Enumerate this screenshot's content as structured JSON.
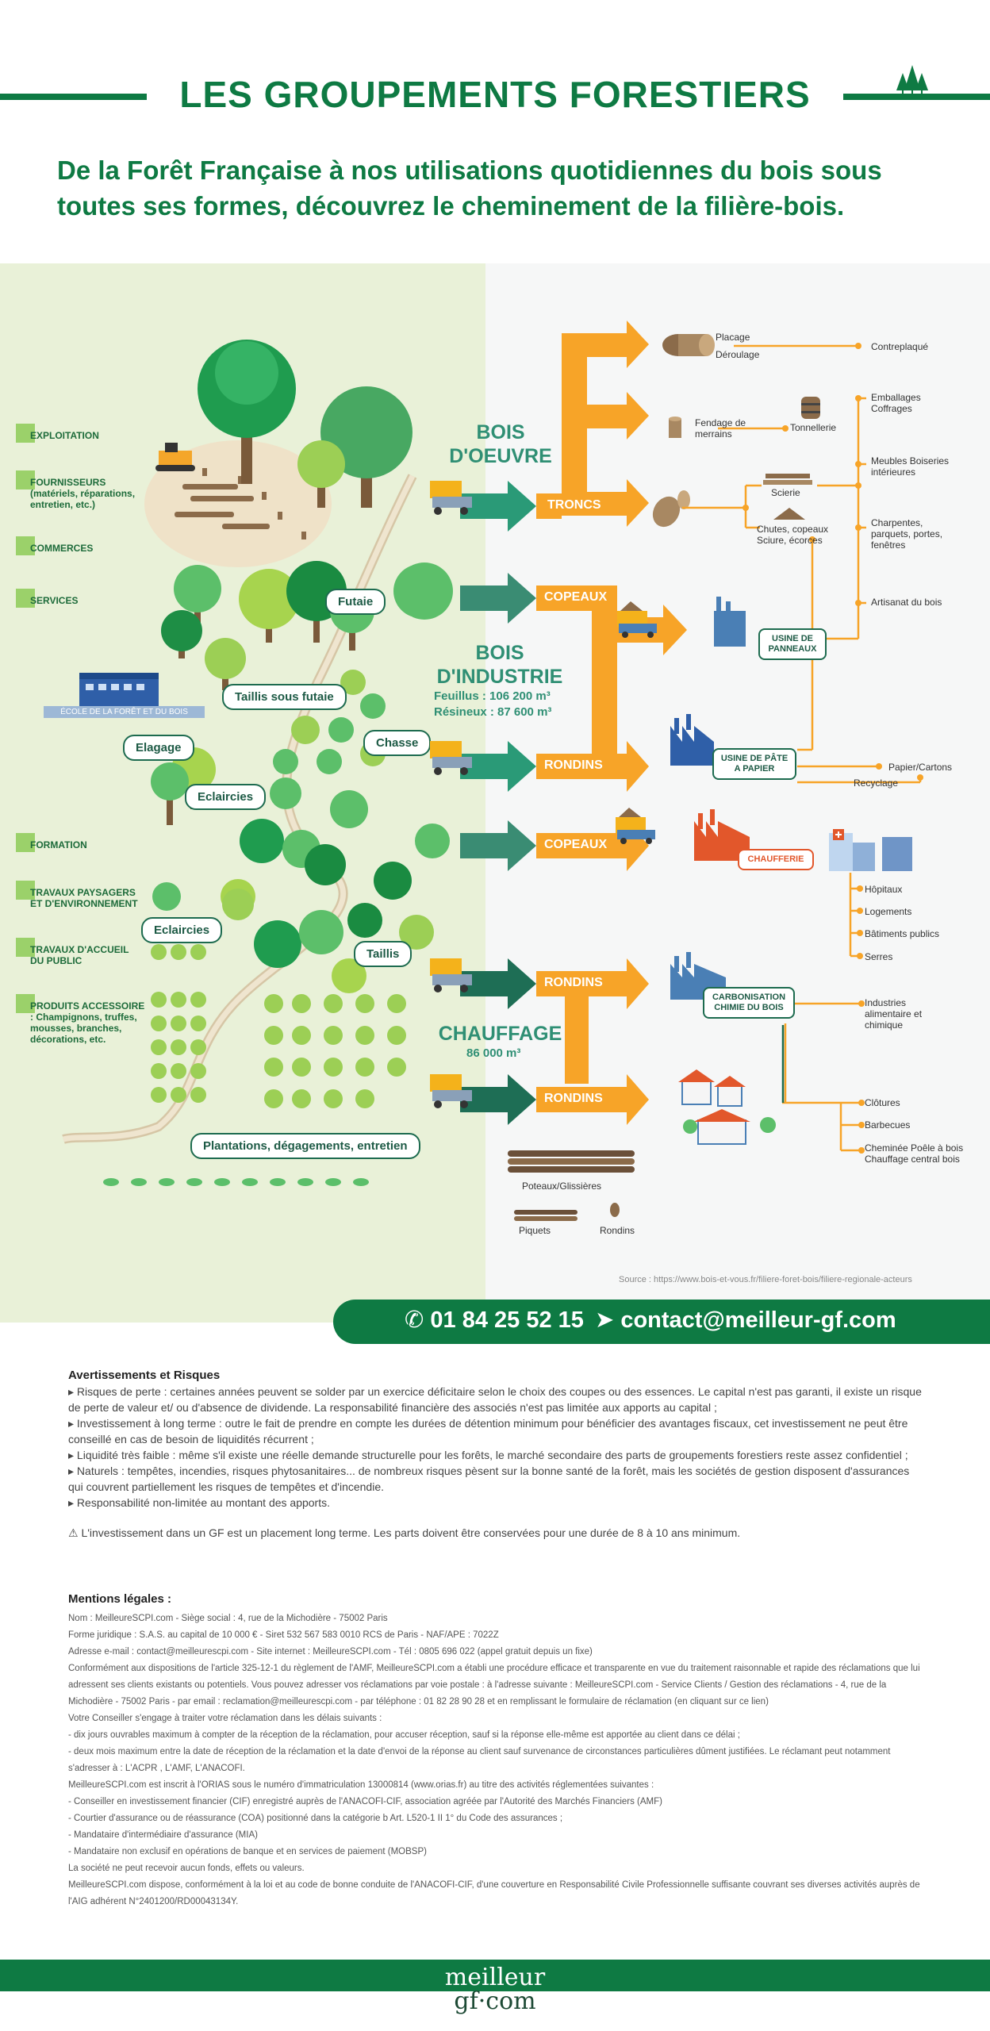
{
  "header": {
    "title": "LES GROUPEMENTS FORESTIERS",
    "subtitle": "De la Forêt Française à nos utilisations quotidiennes du bois sous toutes ses formes, découvrez le cheminement de la filière-bois."
  },
  "sidebar": {
    "items": [
      {
        "label": "EXPLOITATION"
      },
      {
        "label": "FOURNISSEURS (matériels, réparations, entretien, etc.)"
      },
      {
        "label": "COMMERCES"
      },
      {
        "label": "SERVICES"
      },
      {
        "label": "FORMATION"
      },
      {
        "label": "TRAVAUX PAYSAGERS ET D'ENVIRONNEMENT"
      },
      {
        "label": "TRAVAUX D'ACCUEIL DU PUBLIC"
      },
      {
        "label": "PRODUITS ACCESSOIRE : Champignons, truffes, mousses, branches, décorations, etc."
      }
    ]
  },
  "forest": {
    "school": "ÉCOLE DE LA FORÊT ET DU BOIS",
    "bubbles": {
      "futaie": "Futaie",
      "taillis_futaie": "Taillis sous futaie",
      "elagage": "Elagage",
      "chasse": "Chasse",
      "eclaircies_1": "Eclaircies",
      "eclaircies_2": "Eclaircies",
      "taillis": "Taillis",
      "plantations": "Plantations, dégagements, entretien"
    }
  },
  "flow": {
    "bois_oeuvre": "BOIS D'OEUVRE",
    "bois_industrie": "BOIS D'INDUSTRIE",
    "feuillus": "Feuillus : 106 200 m³",
    "resineux": "Résineux : 87 600 m³",
    "chauffage": "CHAUFFAGE",
    "chauffage_volume": "86 000 m³",
    "arrows": {
      "troncs": "TRONCS",
      "copeaux_1": "COPEAUX",
      "rondins_1": "RONDINS",
      "copeaux_2": "COPEAUX",
      "rondins_2": "RONDINS",
      "rondins_3": "RONDINS"
    }
  },
  "products": {
    "placage": "Placage",
    "deroulage": "Déroulage",
    "contreplaque": "Contreplaqué",
    "fendage": "Fendage de merrains",
    "tonnellerie": "Tonnellerie",
    "emballages": "Emballages Coffrages",
    "meubles": "Meubles Boiseries intérieures",
    "scierie": "Scierie",
    "chutes": "Chutes, copeaux Sciure, écorces",
    "charpentes": "Charpentes, parquets, portes, fenêtres",
    "artisanat": "Artisanat du bois",
    "usine_panneaux": "USINE DE PANNEAUX",
    "usine_pate": "USINE DE PÂTE A PAPIER",
    "papier": "Papier/Cartons",
    "recyclage": "Recyclage",
    "chaufferie": "CHAUFFERIE",
    "hopitaux": "Hôpitaux",
    "logements": "Logements",
    "batiments": "Bâtiments publics",
    "serres": "Serres",
    "carbonisation": "CARBONISATION CHIMIE DU BOIS",
    "industries": "Industries alimentaire et chimique",
    "clotures": "Clôtures",
    "barbecues": "Barbecues",
    "cheminee": "Cheminée Poêle à bois Chauffage central bois",
    "poteaux": "Poteaux/Glissières",
    "piquets": "Piquets",
    "rondins": "Rondins"
  },
  "source": "Source : https://www.bois-et-vous.fr/filiere-foret-bois/filiere-regionale-acteurs",
  "contact": {
    "phone": "01 84 25 52 15",
    "email": "contact@meilleur-gf.com"
  },
  "warnings": {
    "title": "Avertissements et Risques",
    "items": [
      "▸ Risques de perte : certaines années peuvent se solder par un exercice déficitaire selon le choix des coupes ou des essences. Le capital n'est pas garanti, il existe un risque de perte de valeur et/ ou d'absence de dividende. La responsabilité financière des associés n'est pas limitée aux apports au capital ;",
      "▸ Investissement à long terme : outre le fait de prendre en compte les durées de détention minimum pour bénéficier des avantages fiscaux, cet investissement ne peut être conseillé en cas de besoin de liquidités récurrent ;",
      "▸ Liquidité très faible : même s'il existe une réelle demande structurelle pour les forêts, le marché secondaire des parts de groupements forestiers reste assez confidentiel ;",
      "▸ Naturels : tempêtes, incendies, risques phytosanitaires... de nombreux risques pèsent sur la bonne santé de la forêt, mais les sociétés de gestion disposent d'assurances qui couvrent partiellement les risques de tempêtes et d'incendie.",
      "▸ Responsabilité non-limitée au montant des apports."
    ],
    "notice": "L'investissement dans un GF est un placement long terme. Les parts doivent être conservées pour une durée de 8 à 10 ans minimum."
  },
  "legal": {
    "title": "Mentions légales :",
    "lines": [
      "Nom : MeilleureSCPI.com - Siège social : 4, rue de la Michodière - 75002 Paris",
      "Forme juridique : S.A.S. au capital de 10 000 € - Siret 532 567 583 0010 RCS de Paris - NAF/APE : 7022Z",
      "Adresse e-mail : contact@meilleurescpi.com - Site internet : MeilleureSCPI.com - Tél : 0805 696 022 (appel gratuit depuis un fixe)",
      "Conformément aux dispositions de l'article 325-12-1 du règlement de l'AMF, MeilleureSCPI.com a établi une procédure efficace et transparente en vue du traitement raisonnable et rapide des réclamations que lui adressent ses clients existants ou potentiels. Vous pouvez adresser vos réclamations par voie postale : à l'adresse suivante : MeilleureSCPI.com - Service Clients / Gestion des réclamations - 4, rue de la Michodière - 75002 Paris - par email : reclamation@meilleurescpi.com - par téléphone : 01 82 28 90 28 et en remplissant le formulaire de réclamation (en cliquant sur ce lien)",
      "Votre Conseiller s'engage à traiter votre réclamation dans les délais suivants :",
      "- dix jours ouvrables maximum à compter de la réception de la réclamation, pour accuser réception, sauf si la réponse elle-même est apportée au client dans ce délai ;",
      "- deux mois maximum entre la date de réception de la réclamation et la date d'envoi de la réponse au client sauf survenance de circonstances particulières dûment justifiées. Le réclamant peut notamment s'adresser à : L'ACPR , L'AMF, L'ANACOFI.",
      "MeilleureSCPI.com est inscrit à l'ORIAS sous le numéro d'immatriculation 13000814 (www.orias.fr) au titre des activités réglementées suivantes :",
      "- Conseiller en investissement financier (CIF) enregistré auprès de l'ANACOFI-CIF, association agréée par l'Autorité des Marchés Financiers (AMF)",
      "- Courtier d'assurance ou de réassurance (COA) positionné dans la catégorie b Art. L520-1 II 1° du Code des assurances ;",
      "- Mandataire d'intermédiaire d'assurance (MIA)",
      "- Mandataire non exclusif en opérations de banque et en services de paiement (MOBSP)",
      "La société ne peut recevoir aucun fonds, effets ou valeurs.",
      "MeilleureSCPI.com dispose, conformément à la loi et au code de bonne conduite de l'ANACOFI-CIF, d'une couverture en Responsabilité Civile Professionnelle suffisante couvrant ses diverses activités auprès de l'AIG adhérent N°2401200/RD00043134Y."
    ]
  },
  "footer": {
    "logo_top": "meilleur",
    "logo_bottom": "gf·com"
  }
}
